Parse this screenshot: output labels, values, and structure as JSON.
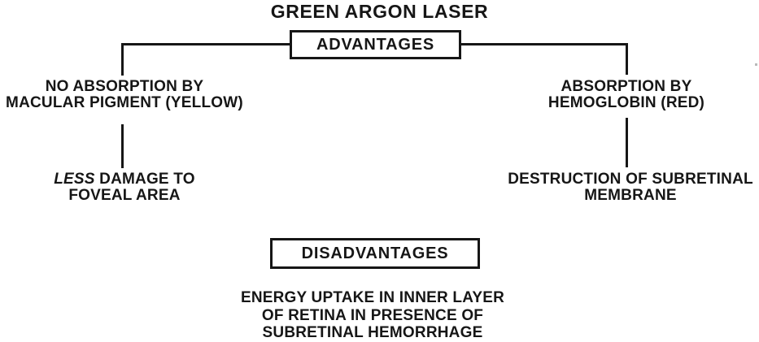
{
  "diagram": {
    "title": "GREEN ARGON LASER",
    "advantages": {
      "label": "ADVANTAGES",
      "left_branch": {
        "cause_line1": "NO ABSORPTION BY",
        "cause_line2": "MACULAR PIGMENT (YELLOW)",
        "effect_emphasis": "LESS",
        "effect_line1_rest": " DAMAGE TO",
        "effect_line2": "FOVEAL AREA"
      },
      "right_branch": {
        "cause_line1": "ABSORPTION BY",
        "cause_line2": "HEMOGLOBIN (RED)",
        "effect_line1": "DESTRUCTION OF SUBRETINAL",
        "effect_line2": "MEMBRANE"
      }
    },
    "disadvantages": {
      "label": "DISADVANTAGES",
      "effect_line1": "ENERGY UPTAKE IN INNER LAYER",
      "effect_line2": "OF RETINA IN PRESENCE OF",
      "effect_line3": "SUBRETINAL HEMORRHAGE"
    },
    "colors": {
      "ink": "#161616",
      "background": "#ffffff"
    }
  }
}
